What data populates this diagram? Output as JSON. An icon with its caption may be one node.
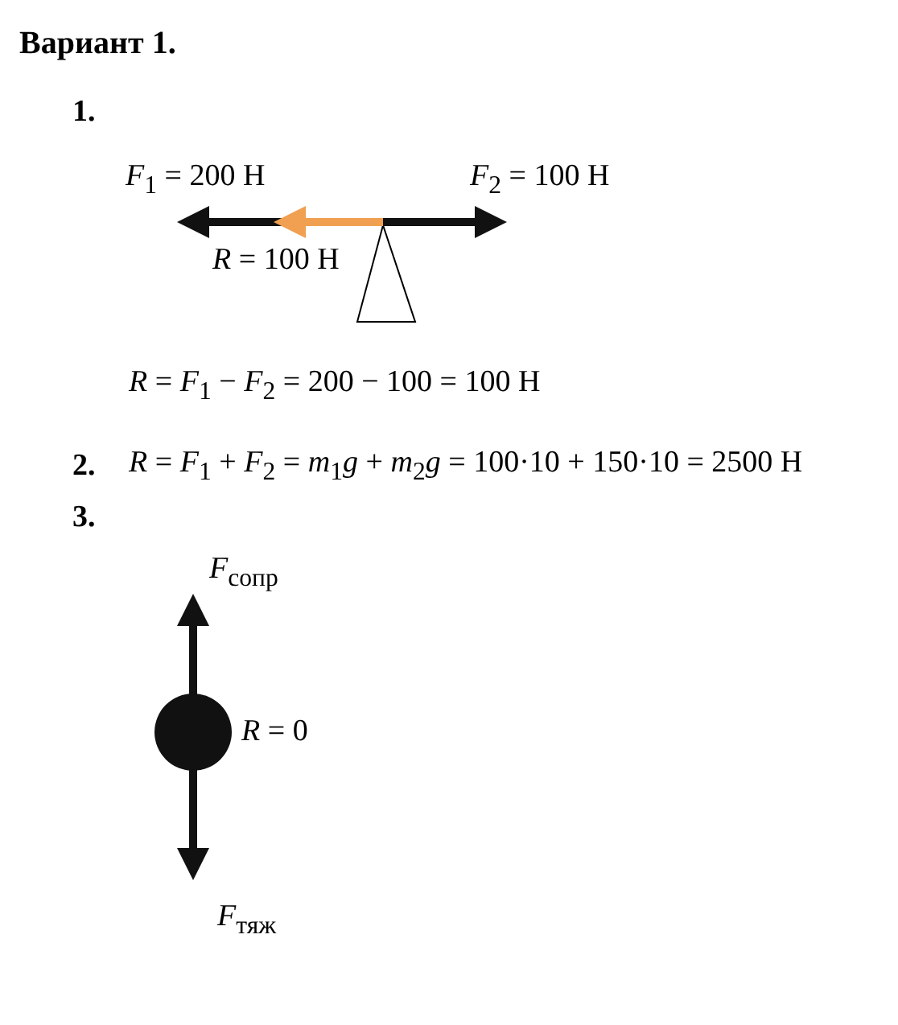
{
  "diagram": {
    "title": "Вариант 1.",
    "labels": [
      "1.",
      "*F*$_{1}$ = 200 Н",
      "*F*$_{2}$ = 100 Н",
      "*R* = 100 Н",
      "*R* = *F*$_{1}$ − *F*$_{2}$ = 200 − 100 = 100 Н",
      "2.",
      "*R* = *F*$_{1}$ + *F*$_{2}$ = *m*$_{1}$*g* + *m*$_{2}$*g* = 100·10 + 150·10 = 2500 Н",
      "3.",
      "*F*$_{сопр}$",
      "*R* = 0",
      "*F*$_{тяж}$"
    ]
  }
}
